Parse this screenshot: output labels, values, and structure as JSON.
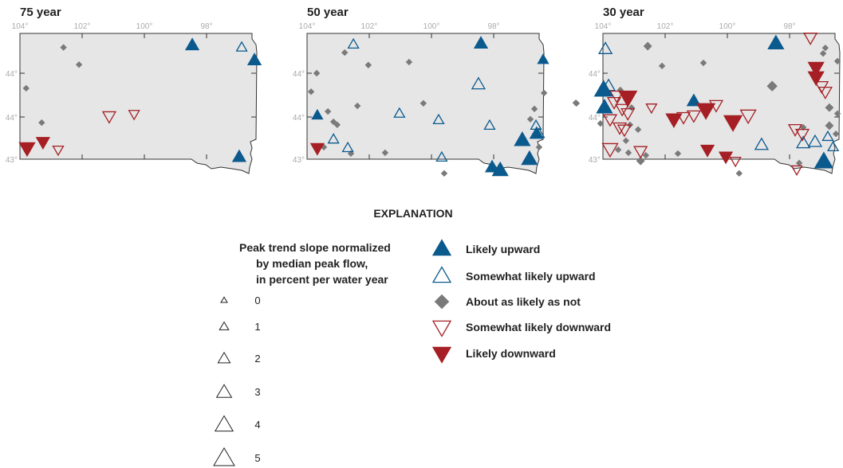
{
  "colors": {
    "up": "#0b5a8e",
    "down": "#a51f24",
    "neutral": "#7a7a7a",
    "land": "#e6e6e6"
  },
  "lon_labels": [
    "104°",
    "102°",
    "100°",
    "98°"
  ],
  "lat_labels": [
    "44°",
    "44°",
    "43°"
  ],
  "maps": [
    {
      "title": "75 year",
      "sites": [
        {
          "c": "lu",
          "lon": 98.46,
          "lat": 45.65,
          "s": 3
        },
        {
          "c": "su",
          "lon": 96.87,
          "lat": 45.6,
          "s": 2
        },
        {
          "c": "lu",
          "lon": 96.46,
          "lat": 45.3,
          "s": 3
        },
        {
          "c": "lu",
          "lon": 96.95,
          "lat": 43.05,
          "s": 3
        },
        {
          "c": "n",
          "lon": 102.6,
          "lat": 45.6,
          "s": 1
        },
        {
          "c": "n",
          "lon": 102.1,
          "lat": 45.2,
          "s": 1
        },
        {
          "c": "n",
          "lon": 103.8,
          "lat": 44.65,
          "s": 1
        },
        {
          "c": "n",
          "lon": 103.3,
          "lat": 43.85,
          "s": 1
        },
        {
          "c": "sd",
          "lon": 100.33,
          "lat": 44.05,
          "s": 2
        },
        {
          "c": "sd",
          "lon": 101.13,
          "lat": 44.0,
          "s": 3
        },
        {
          "c": "sd",
          "lon": 102.77,
          "lat": 43.22,
          "s": 2
        },
        {
          "c": "ld",
          "lon": 103.77,
          "lat": 43.26,
          "s": 4
        },
        {
          "c": "ld",
          "lon": 103.26,
          "lat": 43.4,
          "s": 3
        }
      ]
    },
    {
      "title": "50 year",
      "sites": [
        {
          "c": "lu",
          "lon": 98.41,
          "lat": 45.69,
          "s": 3
        },
        {
          "c": "lu",
          "lon": 96.41,
          "lat": 45.31,
          "s": 2
        },
        {
          "c": "lu",
          "lon": 97.08,
          "lat": 43.44,
          "s": 4
        },
        {
          "c": "lu",
          "lon": 96.62,
          "lat": 43.59,
          "s": 3
        },
        {
          "c": "lu",
          "lon": 98.05,
          "lat": 42.81,
          "s": 3
        },
        {
          "c": "lu",
          "lon": 97.79,
          "lat": 42.74,
          "s": 4
        },
        {
          "c": "lu",
          "lon": 96.85,
          "lat": 43.0,
          "s": 4
        },
        {
          "c": "lu",
          "lon": 103.67,
          "lat": 44.02,
          "s": 2
        },
        {
          "c": "su",
          "lon": 102.51,
          "lat": 45.67,
          "s": 2
        },
        {
          "c": "su",
          "lon": 98.49,
          "lat": 44.74,
          "s": 3
        },
        {
          "c": "su",
          "lon": 96.64,
          "lat": 43.78,
          "s": 2
        },
        {
          "c": "su",
          "lon": 98.13,
          "lat": 43.78,
          "s": 2
        },
        {
          "c": "su",
          "lon": 99.77,
          "lat": 43.91,
          "s": 2
        },
        {
          "c": "su",
          "lon": 101.03,
          "lat": 44.06,
          "s": 2
        },
        {
          "c": "su",
          "lon": 103.15,
          "lat": 43.46,
          "s": 2
        },
        {
          "c": "su",
          "lon": 102.69,
          "lat": 43.26,
          "s": 2
        },
        {
          "c": "su",
          "lon": 99.67,
          "lat": 43.04,
          "s": 2
        },
        {
          "c": "su",
          "lon": 96.54,
          "lat": 43.59,
          "s": 2
        },
        {
          "c": "n",
          "lon": 102.79,
          "lat": 45.48,
          "s": 1
        },
        {
          "c": "n",
          "lon": 102.03,
          "lat": 45.19,
          "s": 1
        },
        {
          "c": "n",
          "lon": 100.72,
          "lat": 45.26,
          "s": 1
        },
        {
          "c": "n",
          "lon": 103.69,
          "lat": 45.0,
          "s": 1
        },
        {
          "c": "n",
          "lon": 103.87,
          "lat": 44.57,
          "s": 1
        },
        {
          "c": "n",
          "lon": 100.26,
          "lat": 44.3,
          "s": 1
        },
        {
          "c": "n",
          "lon": 102.38,
          "lat": 44.24,
          "s": 1
        },
        {
          "c": "n",
          "lon": 103.33,
          "lat": 44.11,
          "s": 1
        },
        {
          "c": "n",
          "lon": 103.15,
          "lat": 43.87,
          "s": 1
        },
        {
          "c": "n",
          "lon": 103.03,
          "lat": 43.8,
          "s": 1
        },
        {
          "c": "n",
          "lon": 103.46,
          "lat": 43.28,
          "s": 1
        },
        {
          "c": "n",
          "lon": 102.59,
          "lat": 43.13,
          "s": 1
        },
        {
          "c": "n",
          "lon": 101.49,
          "lat": 43.15,
          "s": 1
        },
        {
          "c": "n",
          "lon": 99.59,
          "lat": 42.67,
          "s": 1
        },
        {
          "c": "n",
          "lon": 96.69,
          "lat": 44.17,
          "s": 1
        },
        {
          "c": "n",
          "lon": 96.82,
          "lat": 43.93,
          "s": 1
        },
        {
          "c": "n",
          "lon": 96.38,
          "lat": 44.54,
          "s": 1
        },
        {
          "c": "n",
          "lon": 95.36,
          "lat": 44.31,
          "s": 1
        },
        {
          "c": "n",
          "lon": 96.54,
          "lat": 43.28,
          "s": 1
        },
        {
          "c": "ld",
          "lon": 103.67,
          "lat": 43.26,
          "s": 3
        }
      ]
    },
    {
      "title": "30 year",
      "sites": [
        {
          "c": "lu",
          "lon": 98.44,
          "lat": 45.69,
          "s": 4
        },
        {
          "c": "lu",
          "lon": 103.98,
          "lat": 44.61,
          "s": 5
        },
        {
          "c": "lu",
          "lon": 103.95,
          "lat": 44.2,
          "s": 4
        },
        {
          "c": "lu",
          "lon": 101.08,
          "lat": 44.35,
          "s": 3
        },
        {
          "c": "lu",
          "lon": 96.9,
          "lat": 42.94,
          "s": 5
        },
        {
          "c": "su",
          "lon": 103.92,
          "lat": 45.56,
          "s": 3
        },
        {
          "c": "su",
          "lon": 98.9,
          "lat": 43.33,
          "s": 3
        },
        {
          "c": "su",
          "lon": 97.56,
          "lat": 43.37,
          "s": 3
        },
        {
          "c": "su",
          "lon": 97.18,
          "lat": 43.4,
          "s": 3
        },
        {
          "c": "su",
          "lon": 96.77,
          "lat": 43.52,
          "s": 2
        },
        {
          "c": "su",
          "lon": 96.6,
          "lat": 43.28,
          "s": 2
        },
        {
          "c": "su",
          "lon": 103.82,
          "lat": 44.7,
          "s": 3
        },
        {
          "c": "ld",
          "lon": 103.2,
          "lat": 44.44,
          "s": 5
        },
        {
          "c": "ld",
          "lon": 101.72,
          "lat": 43.93,
          "s": 4
        },
        {
          "c": "ld",
          "lon": 100.69,
          "lat": 44.15,
          "s": 5
        },
        {
          "c": "ld",
          "lon": 99.82,
          "lat": 43.87,
          "s": 5
        },
        {
          "c": "ld",
          "lon": 100.64,
          "lat": 43.22,
          "s": 3
        },
        {
          "c": "ld",
          "lon": 100.05,
          "lat": 43.06,
          "s": 3
        },
        {
          "c": "ld",
          "lon": 97.15,
          "lat": 45.13,
          "s": 4
        },
        {
          "c": "ld",
          "lon": 97.15,
          "lat": 44.91,
          "s": 4
        },
        {
          "c": "sd",
          "lon": 97.33,
          "lat": 45.83,
          "s": 3
        },
        {
          "c": "sd",
          "lon": 102.44,
          "lat": 44.2,
          "s": 2
        },
        {
          "c": "sd",
          "lon": 101.41,
          "lat": 43.98,
          "s": 3
        },
        {
          "c": "sd",
          "lon": 101.08,
          "lat": 44.02,
          "s": 3
        },
        {
          "c": "sd",
          "lon": 100.36,
          "lat": 44.26,
          "s": 3
        },
        {
          "c": "sd",
          "lon": 99.33,
          "lat": 44.02,
          "s": 4
        },
        {
          "c": "sd",
          "lon": 103.77,
          "lat": 43.24,
          "s": 4
        },
        {
          "c": "sd",
          "lon": 102.79,
          "lat": 43.19,
          "s": 3
        },
        {
          "c": "sd",
          "lon": 99.74,
          "lat": 42.96,
          "s": 2
        },
        {
          "c": "sd",
          "lon": 97.82,
          "lat": 43.7,
          "s": 3
        },
        {
          "c": "sd",
          "lon": 97.59,
          "lat": 43.59,
          "s": 3
        },
        {
          "c": "sd",
          "lon": 97.77,
          "lat": 42.76,
          "s": 2
        },
        {
          "c": "sd",
          "lon": 96.97,
          "lat": 44.7,
          "s": 3
        },
        {
          "c": "sd",
          "lon": 96.85,
          "lat": 44.57,
          "s": 3
        },
        {
          "c": "sd",
          "lon": 103.56,
          "lat": 44.48,
          "s": 3
        },
        {
          "c": "sd",
          "lon": 103.64,
          "lat": 44.33,
          "s": 3
        },
        {
          "c": "sd",
          "lon": 103.38,
          "lat": 44.17,
          "s": 3
        },
        {
          "c": "sd",
          "lon": 103.77,
          "lat": 43.93,
          "s": 3
        },
        {
          "c": "sd",
          "lon": 103.46,
          "lat": 43.74,
          "s": 3
        },
        {
          "c": "sd",
          "lon": 103.31,
          "lat": 43.69,
          "s": 3
        },
        {
          "c": "sd",
          "lon": 103.2,
          "lat": 44.07,
          "s": 3
        },
        {
          "c": "n",
          "lon": 102.56,
          "lat": 45.63,
          "s": 2
        },
        {
          "c": "n",
          "lon": 102.1,
          "lat": 45.17,
          "s": 1
        },
        {
          "c": "n",
          "lon": 100.77,
          "lat": 45.24,
          "s": 1
        },
        {
          "c": "n",
          "lon": 98.56,
          "lat": 44.7,
          "s": 3
        },
        {
          "c": "n",
          "lon": 96.85,
          "lat": 45.59,
          "s": 1
        },
        {
          "c": "n",
          "lon": 96.92,
          "lat": 45.46,
          "s": 1
        },
        {
          "c": "n",
          "lon": 96.46,
          "lat": 45.28,
          "s": 1
        },
        {
          "c": "n",
          "lon": 104.85,
          "lat": 44.3,
          "s": 1
        },
        {
          "c": "n",
          "lon": 103.44,
          "lat": 44.61,
          "s": 1
        },
        {
          "c": "n",
          "lon": 103.08,
          "lat": 44.2,
          "s": 1
        },
        {
          "c": "n",
          "lon": 104.08,
          "lat": 43.83,
          "s": 1
        },
        {
          "c": "n",
          "lon": 103.13,
          "lat": 43.8,
          "s": 1
        },
        {
          "c": "n",
          "lon": 102.87,
          "lat": 43.69,
          "s": 1
        },
        {
          "c": "n",
          "lon": 103.26,
          "lat": 43.43,
          "s": 1
        },
        {
          "c": "n",
          "lon": 103.51,
          "lat": 43.22,
          "s": 1
        },
        {
          "c": "n",
          "lon": 103.18,
          "lat": 43.15,
          "s": 1
        },
        {
          "c": "n",
          "lon": 102.62,
          "lat": 43.09,
          "s": 1
        },
        {
          "c": "n",
          "lon": 102.79,
          "lat": 42.96,
          "s": 2
        },
        {
          "c": "n",
          "lon": 101.59,
          "lat": 43.13,
          "s": 1
        },
        {
          "c": "n",
          "lon": 99.62,
          "lat": 42.67,
          "s": 1
        },
        {
          "c": "n",
          "lon": 96.72,
          "lat": 44.2,
          "s": 2
        },
        {
          "c": "n",
          "lon": 96.46,
          "lat": 44.06,
          "s": 1
        },
        {
          "c": "n",
          "lon": 96.72,
          "lat": 43.78,
          "s": 2
        },
        {
          "c": "n",
          "lon": 96.51,
          "lat": 43.59,
          "s": 1
        },
        {
          "c": "n",
          "lon": 97.69,
          "lat": 42.91,
          "s": 1
        },
        {
          "c": "n",
          "lon": 97.56,
          "lat": 43.74,
          "s": 1
        }
      ]
    }
  ],
  "legend": {
    "title": "EXPLANATION",
    "size_heading": [
      "Peak trend slope normalized",
      "by median peak flow,",
      "in percent per water year"
    ],
    "sizes": [
      "0",
      "1",
      "2",
      "3",
      "4",
      "5"
    ],
    "categories": [
      {
        "code": "lu",
        "label": "Likely upward"
      },
      {
        "code": "su",
        "label": "Somewhat likely upward"
      },
      {
        "code": "n",
        "label": "About as likely as not"
      },
      {
        "code": "sd",
        "label": "Somewhat likely downward"
      },
      {
        "code": "ld",
        "label": "Likely downward"
      }
    ]
  }
}
